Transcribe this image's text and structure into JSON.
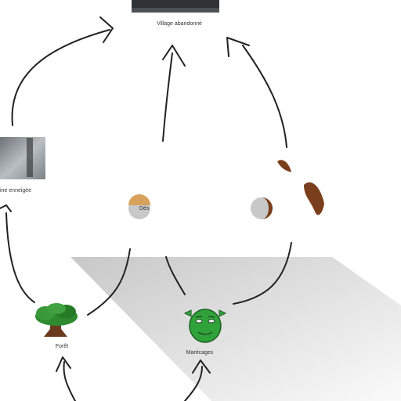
{
  "map": {
    "locations": [
      {
        "id": "village",
        "label": "Village abandonné",
        "icon": "village-thumbnail"
      },
      {
        "id": "plaine",
        "label": "ine enneigée",
        "icon": "snowy-plain-thumbnail"
      },
      {
        "id": "desert",
        "label": "Dés",
        "icon": "desert-orb-icon"
      },
      {
        "id": "foret",
        "label": "Forêt",
        "icon": "tree-icon"
      },
      {
        "id": "marecages",
        "label": "Marécages",
        "icon": "ogre-face-icon"
      }
    ]
  },
  "colors": {
    "background": "#ffffff",
    "path_stroke": "#222222",
    "shadow": "#d6d6d6",
    "tree_green": "#2f8a2f",
    "tree_trunk": "#6b3a1e",
    "ogre_green": "#2fa33a",
    "desert_sand": "#d9a25c",
    "moon_brown": "#7a3e1c"
  }
}
